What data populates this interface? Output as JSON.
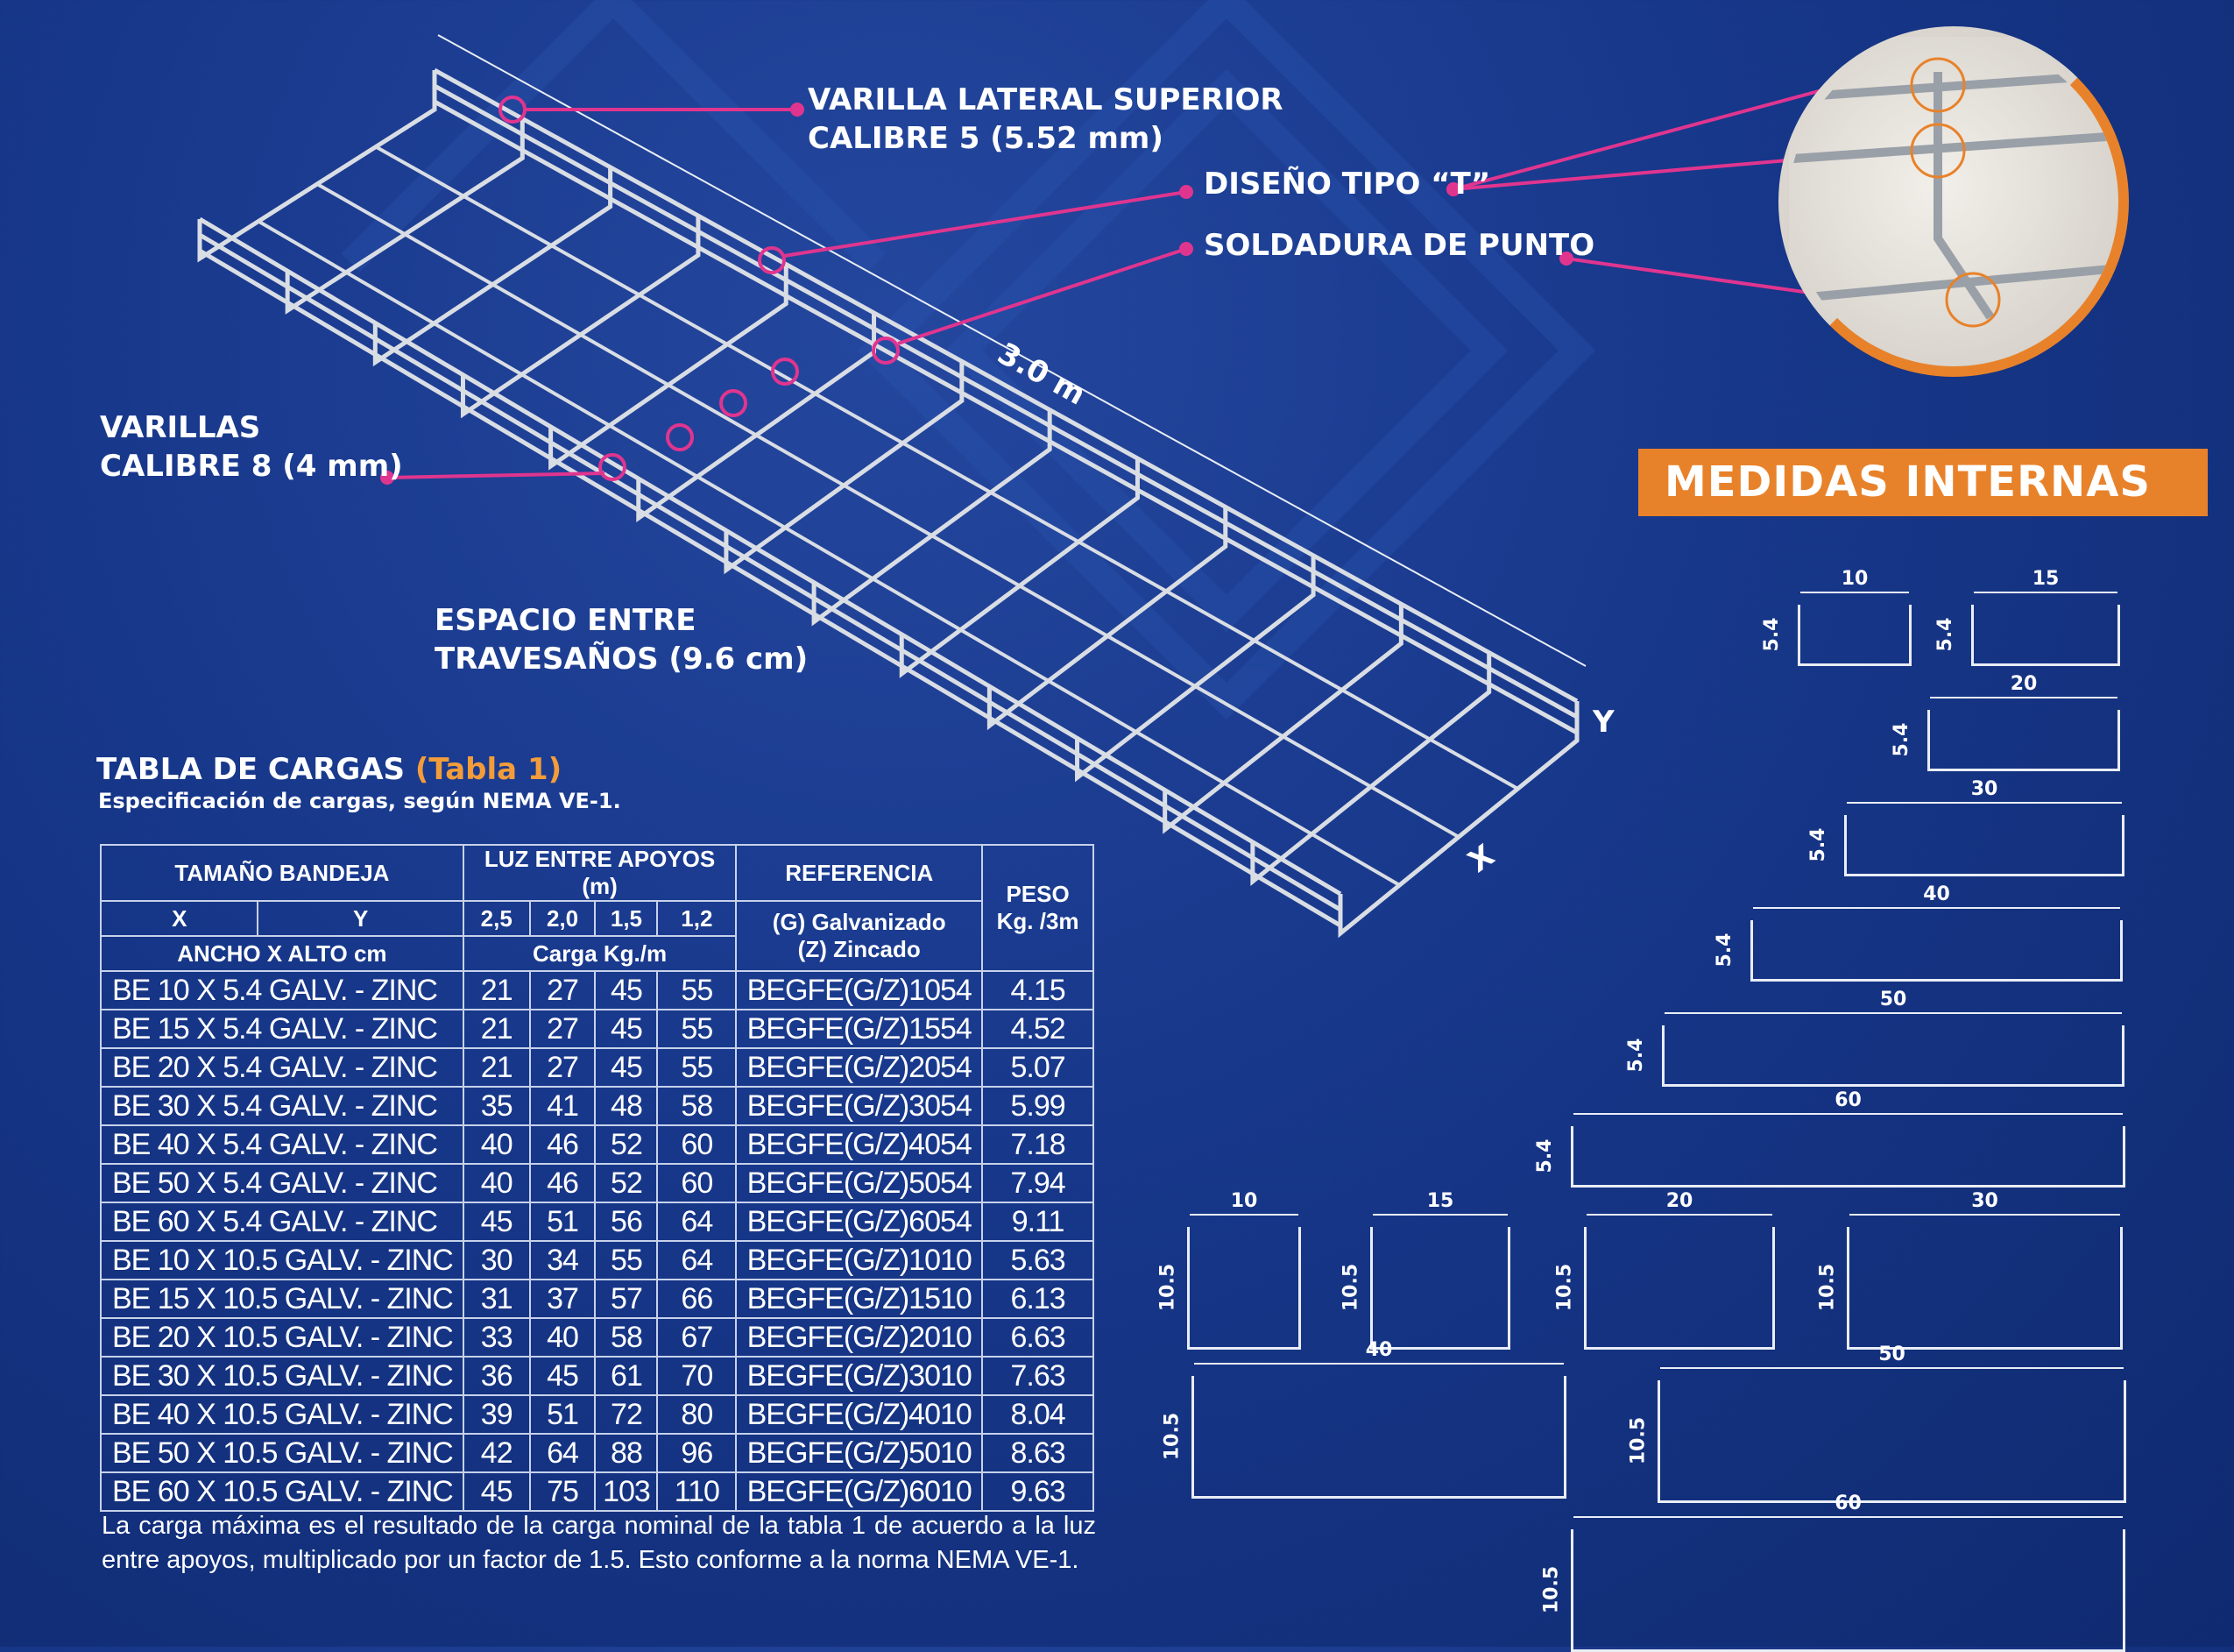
{
  "callouts": {
    "varilla_lateral": [
      "VARILLA LATERAL SUPERIOR",
      "CALIBRE 5 (5.52 mm)"
    ],
    "diseno": "DISEÑO TIPO “T”",
    "soldadura": "SOLDADURA DE PUNTO",
    "varillas": [
      "VARILLAS",
      "CALIBRE 8 (4 mm)"
    ],
    "espacio": [
      "ESPACIO ENTRE",
      "TRAVESAÑOS  (9.6 cm)"
    ],
    "length": "3.0 m",
    "axis_y": "Y",
    "axis_x": "X"
  },
  "colors": {
    "accent_pink": "#e0358f",
    "accent_orange": "#e8822a",
    "background": "#17378a"
  },
  "medidas": {
    "title": "MEDIDAS INTERNAS",
    "small": {
      "height": "5.4",
      "widths": [
        "10",
        "15",
        "20",
        "30",
        "40",
        "50",
        "60"
      ]
    },
    "tall": {
      "height": "10.5",
      "widths": [
        "10",
        "15",
        "20",
        "30",
        "40",
        "50",
        "60"
      ]
    }
  },
  "table": {
    "title": "TABLA DE CARGAS",
    "title_suffix": "(Tabla 1)",
    "subtitle": "Especificación de cargas, según NEMA VE-1.",
    "h_tamano": "TAMAÑO BANDEJA",
    "h_luz": "LUZ ENTRE APOYOS (m)",
    "h_ref": "REFERENCIA",
    "h_peso": [
      "PESO",
      "Kg. /3m"
    ],
    "h_x": "X",
    "h_y": "Y",
    "spans": [
      "2,5",
      "2,0",
      "1,5",
      "1,2"
    ],
    "h_ref2": [
      "(G) Galvanizado",
      "(Z) Zincado"
    ],
    "h_ancho": "ANCHO X ALTO cm",
    "h_carga": "Carga Kg./m",
    "rows": [
      [
        "BE 10 X 5.4 GALV. - ZINC",
        "21",
        "27",
        "45",
        "55",
        "BEGFE(G/Z)1054",
        "4.15"
      ],
      [
        "BE 15 X 5.4 GALV. - ZINC",
        "21",
        "27",
        "45",
        "55",
        "BEGFE(G/Z)1554",
        "4.52"
      ],
      [
        "BE 20 X 5.4 GALV. - ZINC",
        "21",
        "27",
        "45",
        "55",
        "BEGFE(G/Z)2054",
        "5.07"
      ],
      [
        "BE 30 X 5.4 GALV. - ZINC",
        "35",
        "41",
        "48",
        "58",
        "BEGFE(G/Z)3054",
        "5.99"
      ],
      [
        "BE 40 X 5.4 GALV. - ZINC",
        "40",
        "46",
        "52",
        "60",
        "BEGFE(G/Z)4054",
        "7.18"
      ],
      [
        "BE 50 X 5.4 GALV. - ZINC",
        "40",
        "46",
        "52",
        "60",
        "BEGFE(G/Z)5054",
        "7.94"
      ],
      [
        "BE 60 X 5.4 GALV. - ZINC",
        "45",
        "51",
        "56",
        "64",
        "BEGFE(G/Z)6054",
        "9.11"
      ],
      [
        "BE 10 X 10.5 GALV. - ZINC",
        "30",
        "34",
        "55",
        "64",
        "BEGFE(G/Z)1010",
        "5.63"
      ],
      [
        "BE 15 X 10.5 GALV. - ZINC",
        "31",
        "37",
        "57",
        "66",
        "BEGFE(G/Z)1510",
        "6.13"
      ],
      [
        "BE 20 X 10.5 GALV. - ZINC",
        "33",
        "40",
        "58",
        "67",
        "BEGFE(G/Z)2010",
        "6.63"
      ],
      [
        "BE 30 X 10.5 GALV. - ZINC",
        "36",
        "45",
        "61",
        "70",
        "BEGFE(G/Z)3010",
        "7.63"
      ],
      [
        "BE 40 X 10.5 GALV. - ZINC",
        "39",
        "51",
        "72",
        "80",
        "BEGFE(G/Z)4010",
        "8.04"
      ],
      [
        "BE 50 X 10.5 GALV. - ZINC",
        "42",
        "64",
        "88",
        "96",
        "BEGFE(G/Z)5010",
        "8.63"
      ],
      [
        "BE 60 X 10.5 GALV. - ZINC",
        "45",
        "75",
        "103",
        "110",
        "BEGFE(G/Z)6010",
        "9.63"
      ]
    ],
    "note": "La carga máxima es el resultado de la carga nominal de la tabla 1 de acuerdo a la luz entre apoyos, multiplicado por un factor de 1.5. Esto conforme a la norma NEMA VE-1."
  }
}
